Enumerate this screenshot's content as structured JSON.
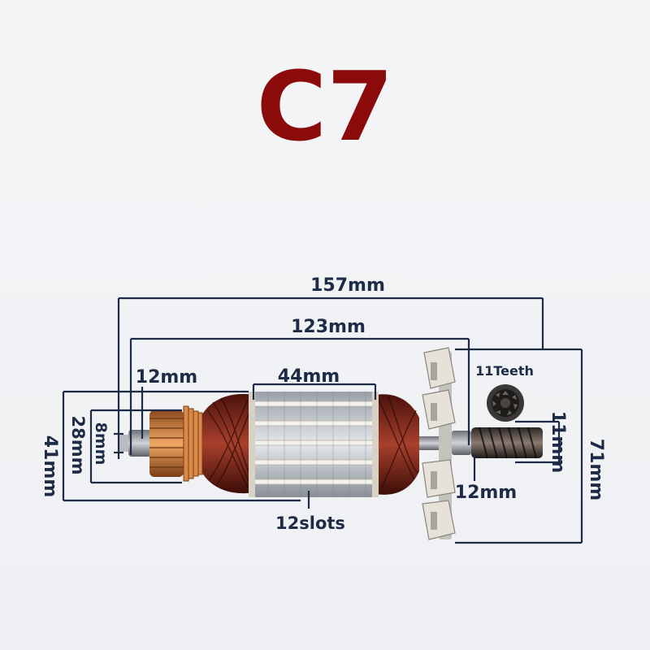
{
  "title": "C7",
  "colors": {
    "title": "#8b0b0b",
    "dimension": "#1e2b47",
    "copper": "#c9743a",
    "winding": "#7a2318",
    "lamination": "#c8ccd2",
    "background": "#f2f3f5"
  },
  "dimensions": {
    "total_length": "157mm",
    "armature_length": "123mm",
    "core_length": "44mm",
    "commutator_offset": "12mm",
    "shaft_end_diameter": "8mm",
    "commutator_diameter": "28mm",
    "core_diameter": "41mm",
    "gear_teeth": "11Teeth",
    "gear_diameter": "11mm",
    "gear_length": "12mm",
    "fan_diameter": "71mm",
    "slots": "12slots"
  },
  "icons": [
    "gear-end-icon",
    "fan-icon",
    "commutator-icon",
    "winding-icon",
    "core-icon"
  ]
}
